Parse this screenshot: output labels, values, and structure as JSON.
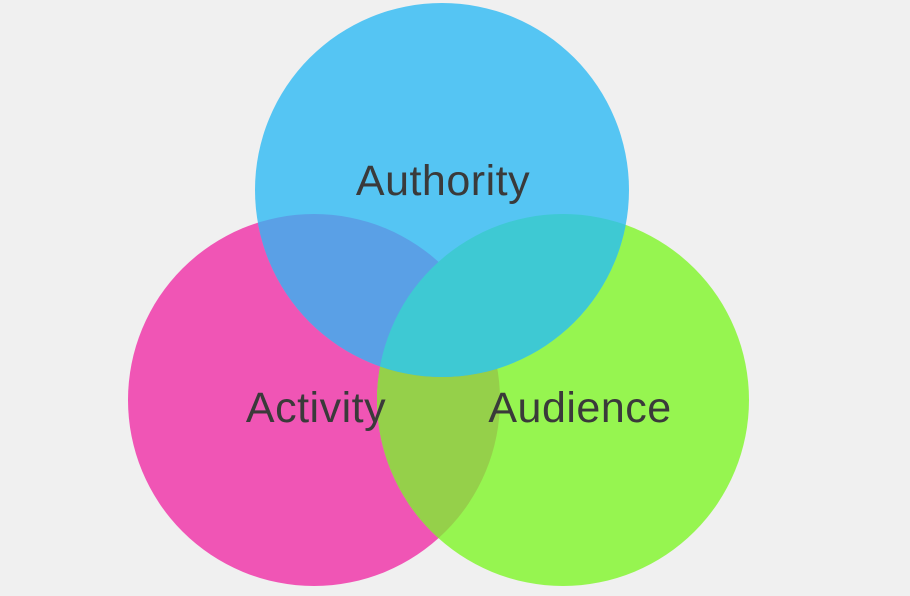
{
  "diagram": {
    "type": "venn",
    "circles": [
      {
        "key": "activity",
        "label": "Activity",
        "color": "#f055b5"
      },
      {
        "key": "audience",
        "label": "Audience",
        "color": "#96f550"
      },
      {
        "key": "authority",
        "label": "Authority",
        "color": "#55c5f3"
      }
    ],
    "overlap_colors": {
      "authority_activity": "#5aa0e6",
      "authority_audience": "#3ec9d3",
      "activity_audience": "#95d04a"
    },
    "background": "#f0f0f0",
    "text_color": "#3a3a3a"
  }
}
